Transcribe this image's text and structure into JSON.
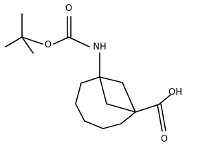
{
  "atoms": {
    "o_ester": "O",
    "o_carbonyl_boc": "O",
    "nh": "NH",
    "oh": "OH",
    "o_carbonyl_acid": "O"
  },
  "colors": {
    "bond": "#000000",
    "text": "#000000",
    "background": "#ffffff"
  }
}
